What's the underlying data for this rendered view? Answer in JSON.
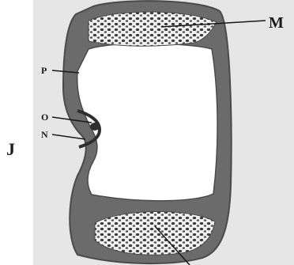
{
  "figure_letter": "J",
  "labels": {
    "m": "M",
    "p": "P",
    "o": "O",
    "n": "N"
  },
  "colors": {
    "background": "#e6e6e6",
    "wall": "#6b6b6b",
    "wall_dark": "#4a4a4a",
    "spongy_fill": "#f2f2f2",
    "lumen": "#ffffff",
    "ink": "#1a1a1a"
  }
}
